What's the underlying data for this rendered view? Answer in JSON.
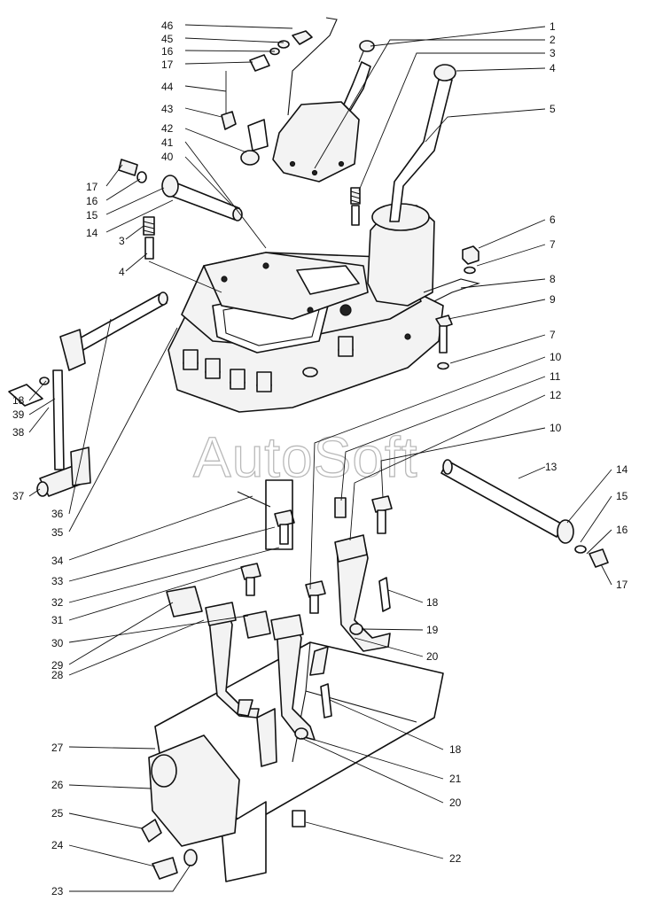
{
  "watermark": "AutoSoft",
  "callouts": [
    {
      "key": "c46a",
      "text": "46"
    },
    {
      "key": "c45",
      "text": "45"
    },
    {
      "key": "c16a",
      "text": "16"
    },
    {
      "key": "c17a",
      "text": "17"
    },
    {
      "key": "c44",
      "text": "44"
    },
    {
      "key": "c43",
      "text": "43"
    },
    {
      "key": "c42",
      "text": "42"
    },
    {
      "key": "c41",
      "text": "41"
    },
    {
      "key": "c40",
      "text": "40"
    },
    {
      "key": "c17b",
      "text": "17"
    },
    {
      "key": "c16b",
      "text": "16"
    },
    {
      "key": "c15a",
      "text": "15"
    },
    {
      "key": "c14a",
      "text": "14"
    },
    {
      "key": "c3a",
      "text": "3"
    },
    {
      "key": "c4a",
      "text": "4"
    },
    {
      "key": "c18a",
      "text": "18"
    },
    {
      "key": "c39",
      "text": "39"
    },
    {
      "key": "c38",
      "text": "38"
    },
    {
      "key": "c37",
      "text": "37"
    },
    {
      "key": "c36",
      "text": "36"
    },
    {
      "key": "c35",
      "text": "35"
    },
    {
      "key": "c34",
      "text": "34"
    },
    {
      "key": "c33",
      "text": "33"
    },
    {
      "key": "c32",
      "text": "32"
    },
    {
      "key": "c31",
      "text": "31"
    },
    {
      "key": "c30",
      "text": "30"
    },
    {
      "key": "c29",
      "text": "29"
    },
    {
      "key": "c28",
      "text": "28"
    },
    {
      "key": "c27",
      "text": "27"
    },
    {
      "key": "c26",
      "text": "26"
    },
    {
      "key": "c25",
      "text": "25"
    },
    {
      "key": "c24",
      "text": "24"
    },
    {
      "key": "c23",
      "text": "23"
    },
    {
      "key": "c1",
      "text": "1"
    },
    {
      "key": "c2",
      "text": "2"
    },
    {
      "key": "c3b",
      "text": "3"
    },
    {
      "key": "c4b",
      "text": "4"
    },
    {
      "key": "c5",
      "text": "5"
    },
    {
      "key": "c6",
      "text": "6"
    },
    {
      "key": "c7a",
      "text": "7"
    },
    {
      "key": "c8",
      "text": "8"
    },
    {
      "key": "c9",
      "text": "9"
    },
    {
      "key": "c7b",
      "text": "7"
    },
    {
      "key": "c10a",
      "text": "10"
    },
    {
      "key": "c11",
      "text": "11"
    },
    {
      "key": "c12",
      "text": "12"
    },
    {
      "key": "c10b",
      "text": "10"
    },
    {
      "key": "c13",
      "text": "13"
    },
    {
      "key": "c14b",
      "text": "14"
    },
    {
      "key": "c15b",
      "text": "15"
    },
    {
      "key": "c16c",
      "text": "16"
    },
    {
      "key": "c17c",
      "text": "17"
    },
    {
      "key": "c18b",
      "text": "18"
    },
    {
      "key": "c19",
      "text": "19"
    },
    {
      "key": "c20a",
      "text": "20"
    },
    {
      "key": "c18c",
      "text": "18"
    },
    {
      "key": "c21",
      "text": "21"
    },
    {
      "key": "c20b",
      "text": "20"
    },
    {
      "key": "c22",
      "text": "22"
    }
  ]
}
